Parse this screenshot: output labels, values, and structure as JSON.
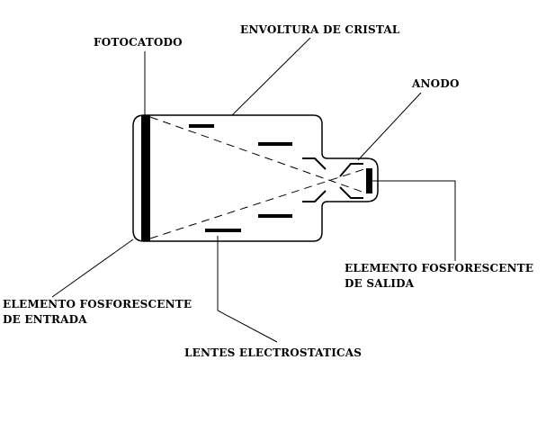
{
  "labels": {
    "fotocatodo": "FOTOCATODO",
    "envoltura": "ENVOLTURA DE CRISTAL",
    "anodo": "ANODO",
    "salida_line1": "ELEMENTO FOSFORESCENTE",
    "salida_line2": "DE SALIDA",
    "entrada_line1": "ELEMENTO FOSFORESCENTE",
    "entrada_line2": "DE ENTRADA",
    "lentes": "LENTES ELECTROSTATICAS"
  },
  "colors": {
    "ink": "#000000",
    "background": "#ffffff"
  }
}
